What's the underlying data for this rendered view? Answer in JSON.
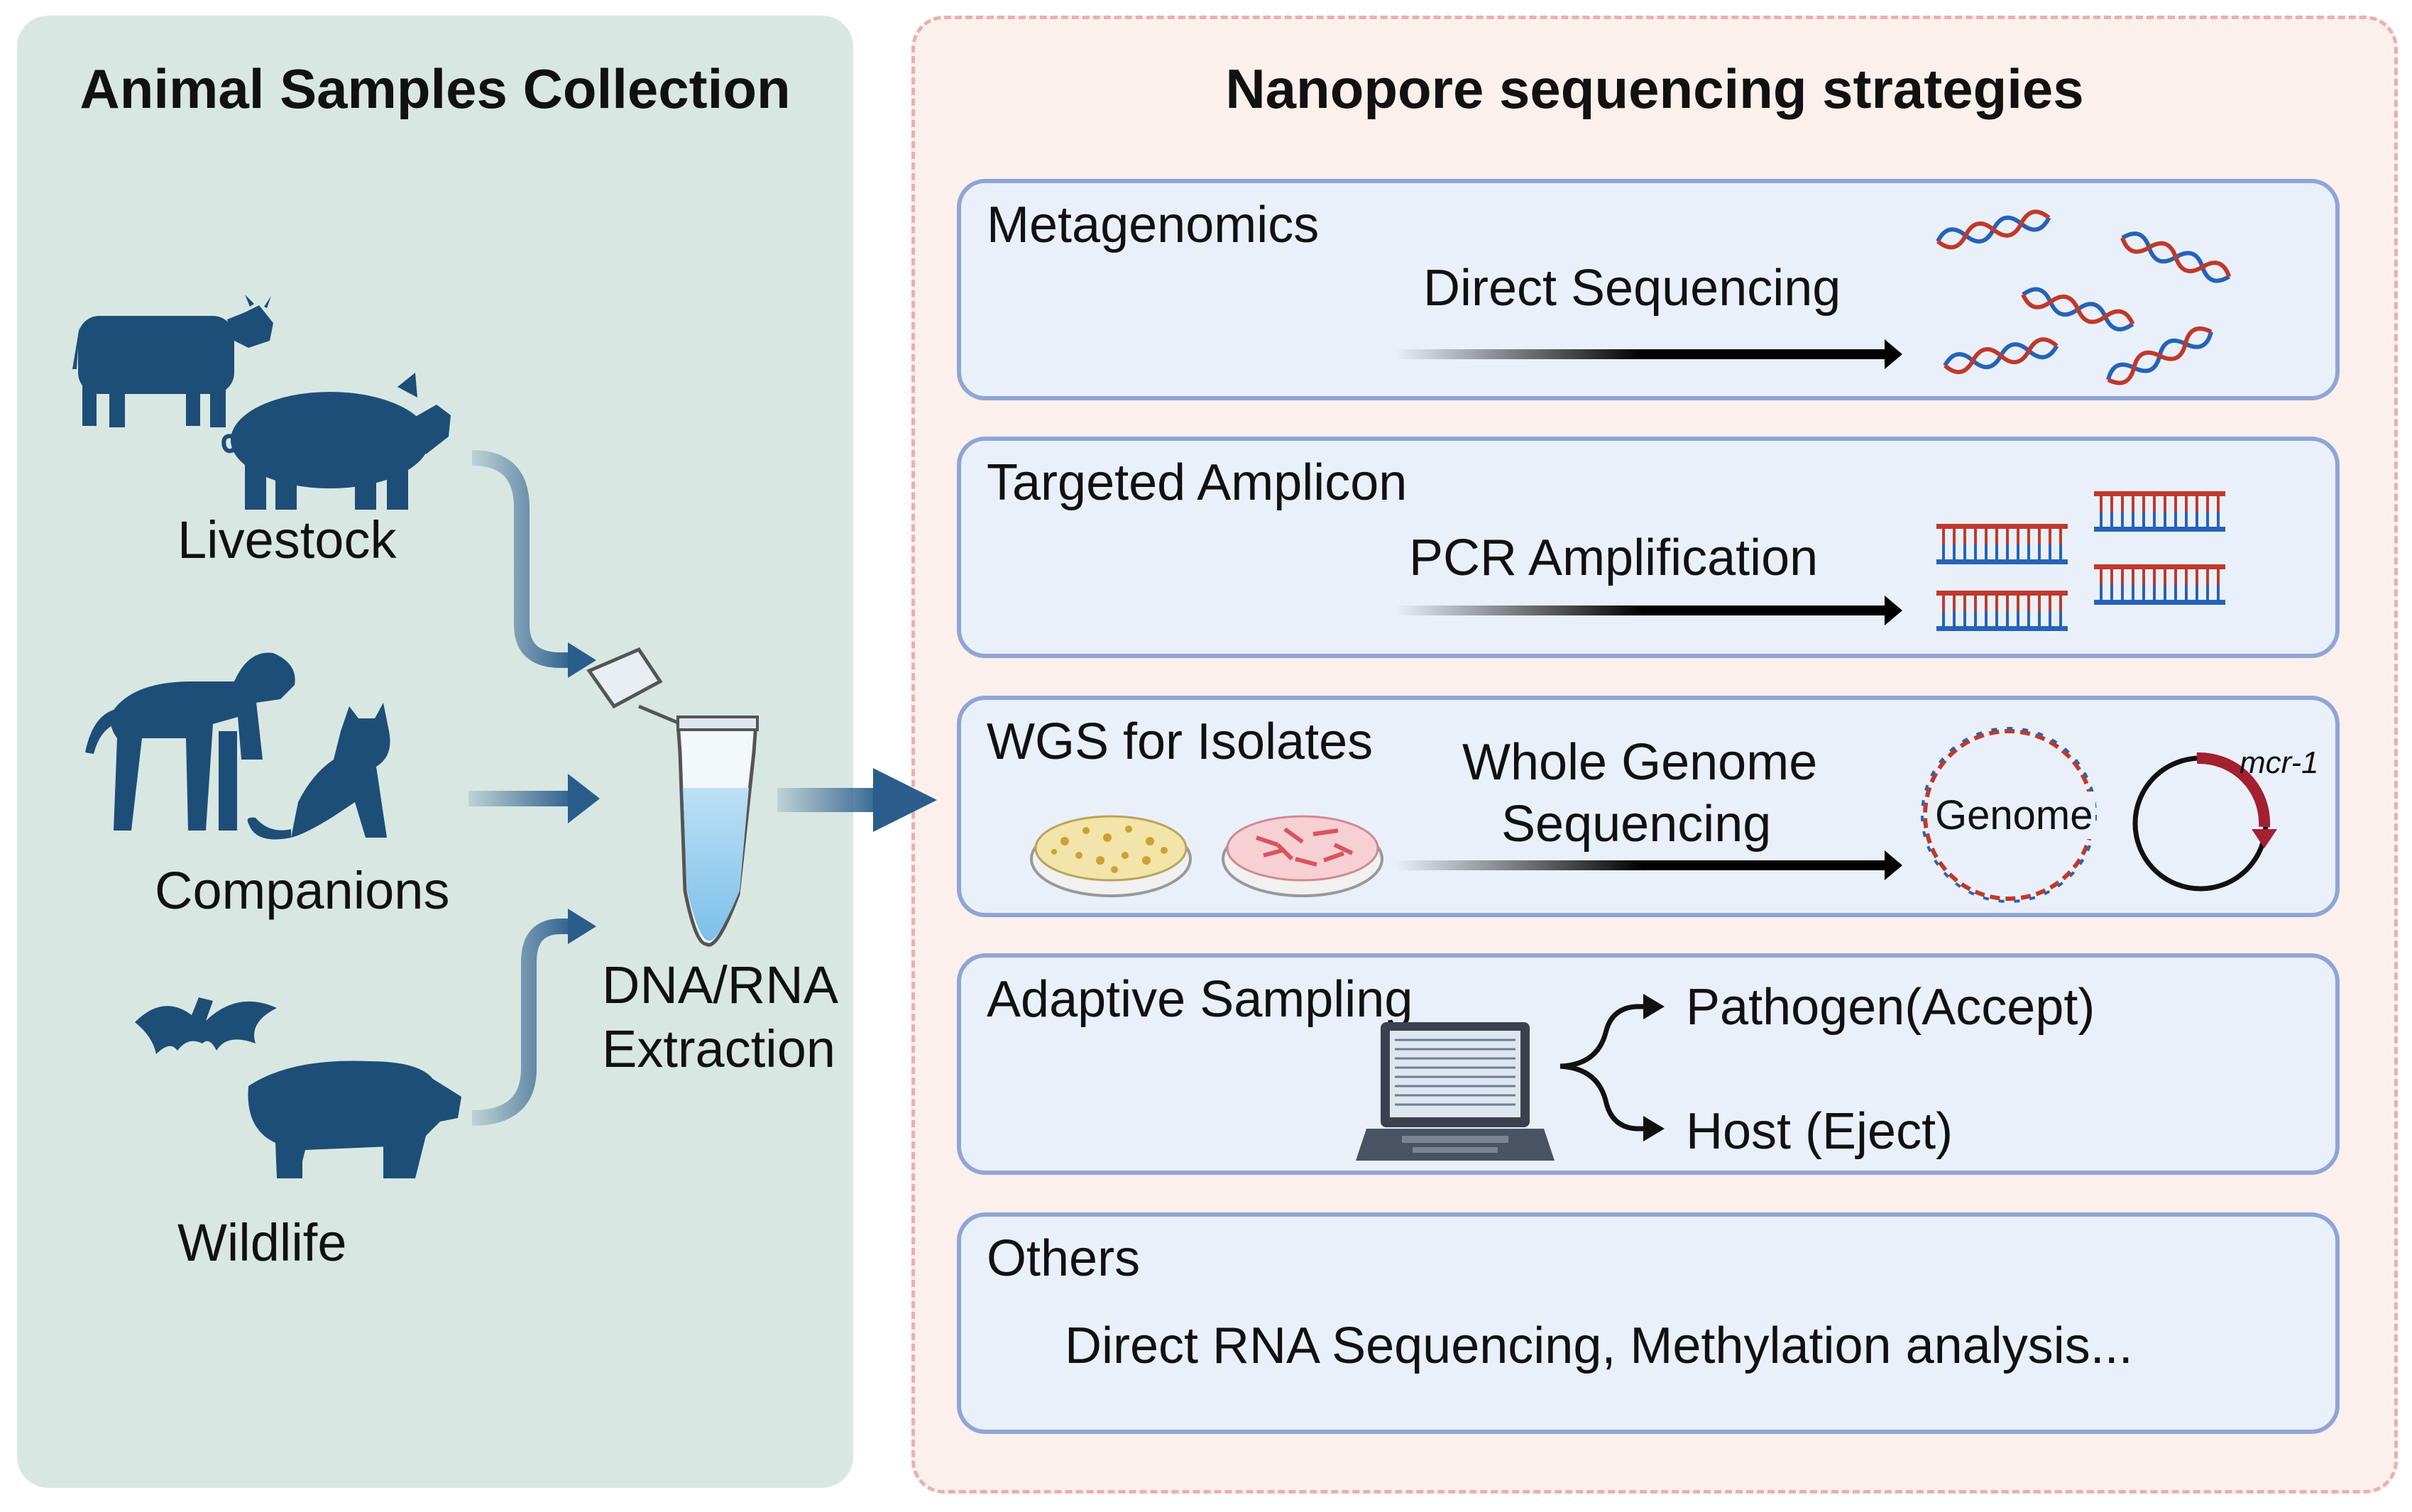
{
  "left": {
    "title": "Animal Samples Collection",
    "labels": [
      "Livestock",
      "Companions",
      "Wildlife"
    ],
    "extraction": [
      "DNA/RNA",
      "Extraction"
    ]
  },
  "right": {
    "title": "Nanopore sequencing strategies",
    "boxes": [
      {
        "label": "Metagenomics",
        "method": "Direct Sequencing"
      },
      {
        "label": "Targeted Amplicon",
        "method": "PCR Amplification"
      },
      {
        "label": "WGS for Isolates",
        "method_line1": "Whole Genome",
        "method_line2": "Sequencing",
        "genome": "Genome",
        "plasmid_gene": "mcr-1"
      },
      {
        "label": "Adaptive Sampling",
        "accept": "Pathogen(Accept)",
        "eject": "Host (Eject)"
      },
      {
        "label": "Others",
        "text": "Direct RNA Sequencing, Methylation analysis..."
      }
    ]
  },
  "colors": {
    "animal": "#1d4e78",
    "arrow": "#2a5d8c",
    "box_border": "#8fa5d5",
    "left_bg": "#d9e7e2",
    "right_bg": "#fcf0ec"
  }
}
